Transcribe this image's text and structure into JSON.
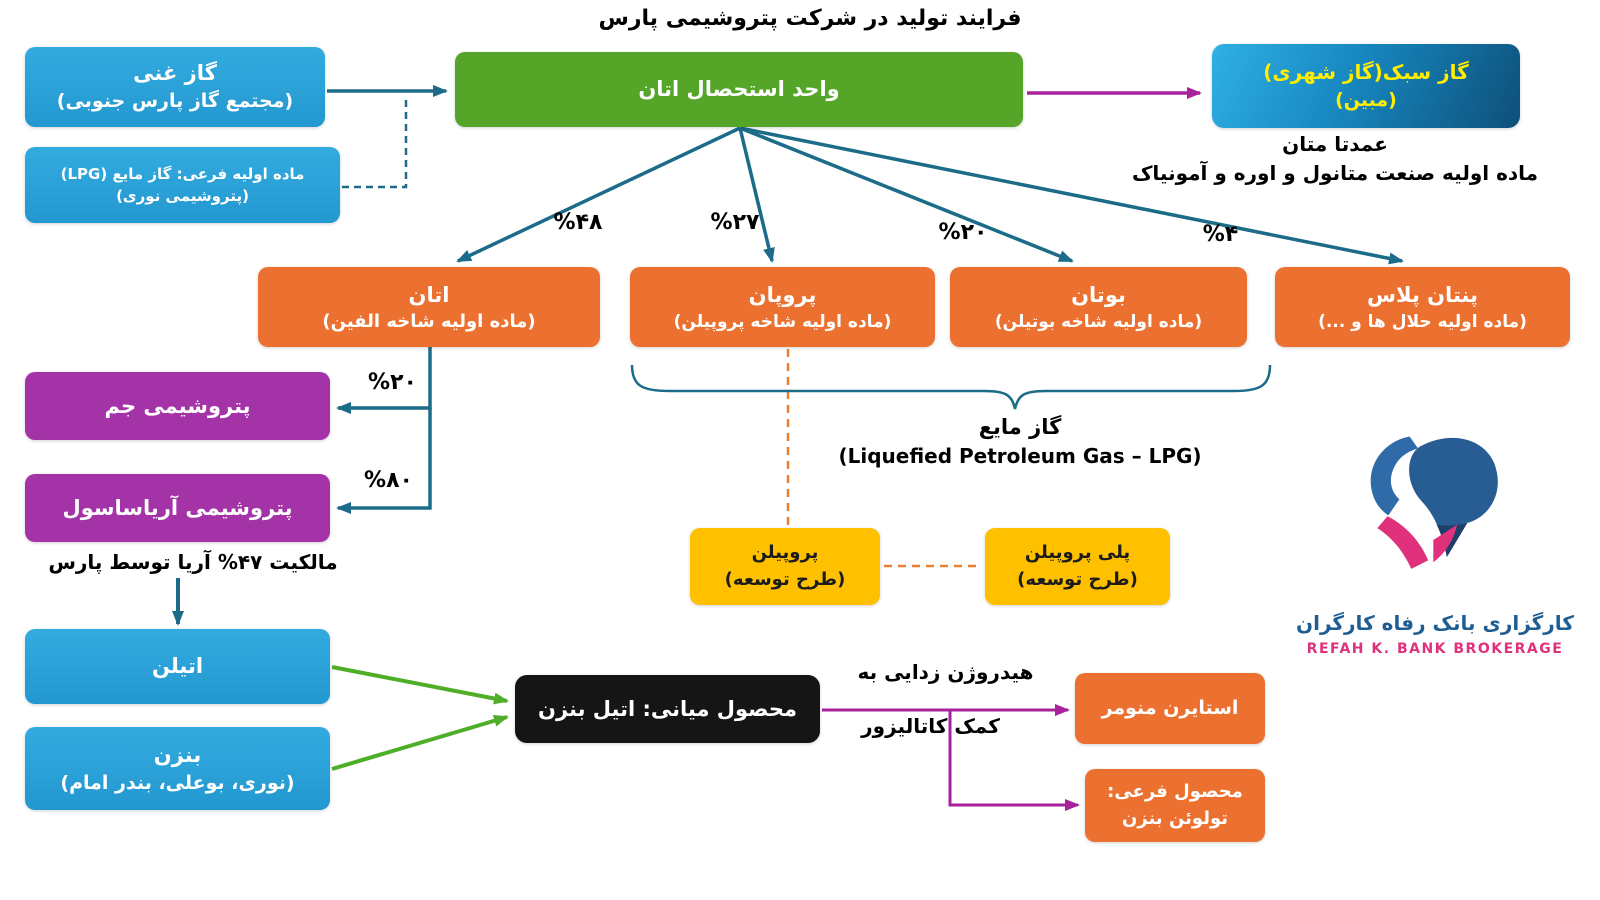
{
  "title": "فرایند تولید در شرکت پتروشیمی پارس",
  "colors": {
    "blue": "#29a2da",
    "green": "#55a628",
    "orange": "#ec7130",
    "purple": "#a433a8",
    "yellow": "#ffc000",
    "black": "#151515",
    "teal_arrow": "#1b6b89",
    "magenta_arrow": "#a8219d",
    "green_arrow": "#4fae28",
    "orange_dash": "#ed7d31",
    "logo_blue": "#1f5e93",
    "logo_pink": "#e0327c"
  },
  "nodes": {
    "rich_gas": {
      "line1": "گاز غنی",
      "line2": "(مجتمع گاز پارس جنوبی)"
    },
    "lpg_byproduct": {
      "line1": "ماده اولیه فرعی: گاز مایع (LPG)",
      "line2": "(پتروشیمی نوری)"
    },
    "ethane_unit": {
      "label": "واحد استحصال اتان"
    },
    "light_gas": {
      "line1": "گاز سبک(گاز شهری)",
      "line2": "(مبین)",
      "note1": "عمدتا متان",
      "note2": "ماده اولیه صنعت متانول و اوره و آمونیاک"
    },
    "ethane": {
      "line1": "اتان",
      "line2": "(ماده اولیه شاخه الفین)",
      "share": "%۴۸"
    },
    "propane": {
      "line1": "پروپان",
      "line2": "(ماده اولیه شاخه پروپیلن)",
      "share": "%۲۷"
    },
    "butane": {
      "line1": "بوتان",
      "line2": "(ماده اولیه شاخه بوتیلن)",
      "share": "%۲۰"
    },
    "pentane_plus": {
      "line1": "پنتان پلاس",
      "line2": "(ماده اولیه حلال ها و ...)",
      "share": "%۴"
    },
    "jam": {
      "label": "پتروشیمی جم",
      "share": "%۲۰"
    },
    "aryasasol": {
      "label": "پتروشیمی آریاساسول",
      "share": "%۸۰"
    },
    "ownership_note": "مالکیت ۴۷% آریا توسط پارس",
    "ethylene": {
      "label": "اتیلن"
    },
    "benzene": {
      "line1": "بنزن",
      "line2": "(نوری، بوعلی، بندر امام)"
    },
    "ethylbenzene": {
      "label": "محصول میانی: اتیل بنزن"
    },
    "dehydro_note": {
      "line1": "هیدروژن زدایی به",
      "line2": "کمک کاتالیزور"
    },
    "styrene": {
      "label": "استایرن منومر"
    },
    "toluene": {
      "line1": "محصول فرعی:",
      "line2": "تولوئن بنزن"
    },
    "lpg_group": {
      "line1": "گاز مایع",
      "line2": "(Liquefied Petroleum Gas – LPG)"
    },
    "propylene": {
      "line1": "پروپیلن",
      "line2": "(طرح توسعه)"
    },
    "polypropylene": {
      "line1": "پلی پروپیلن",
      "line2": "(طرح توسعه)"
    }
  },
  "logo": {
    "fa": "کارگزاری بانک رفاه کارگران",
    "en": "REFAH K. BANK BROKERAGE"
  }
}
